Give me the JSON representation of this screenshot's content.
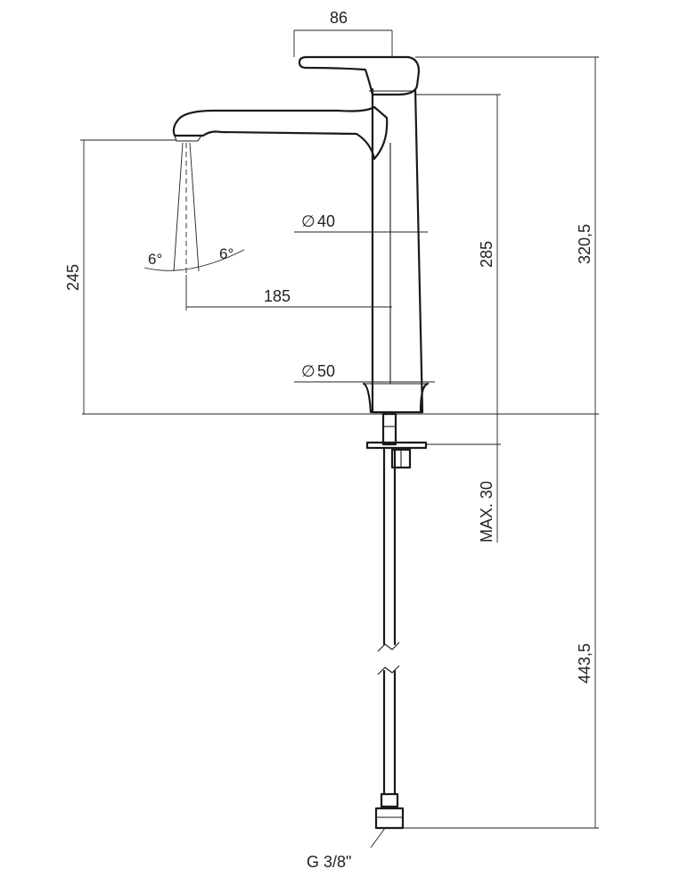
{
  "dimensions": {
    "top_handle_width": "86",
    "total_height": "320,5",
    "body_height": "285",
    "spout_height": "245",
    "spout_reach": "185",
    "body_diameter": "40",
    "base_diameter": "50",
    "max_deck_thickness": "MAX. 30",
    "hose_length": "443,5",
    "spray_angle_left": "6°",
    "spray_angle_right": "6°",
    "connection_thread": "G 3/8\""
  },
  "symbols": {
    "diameter": "∅"
  },
  "colors": {
    "line": "#1a1a1a",
    "background": "#ffffff"
  }
}
